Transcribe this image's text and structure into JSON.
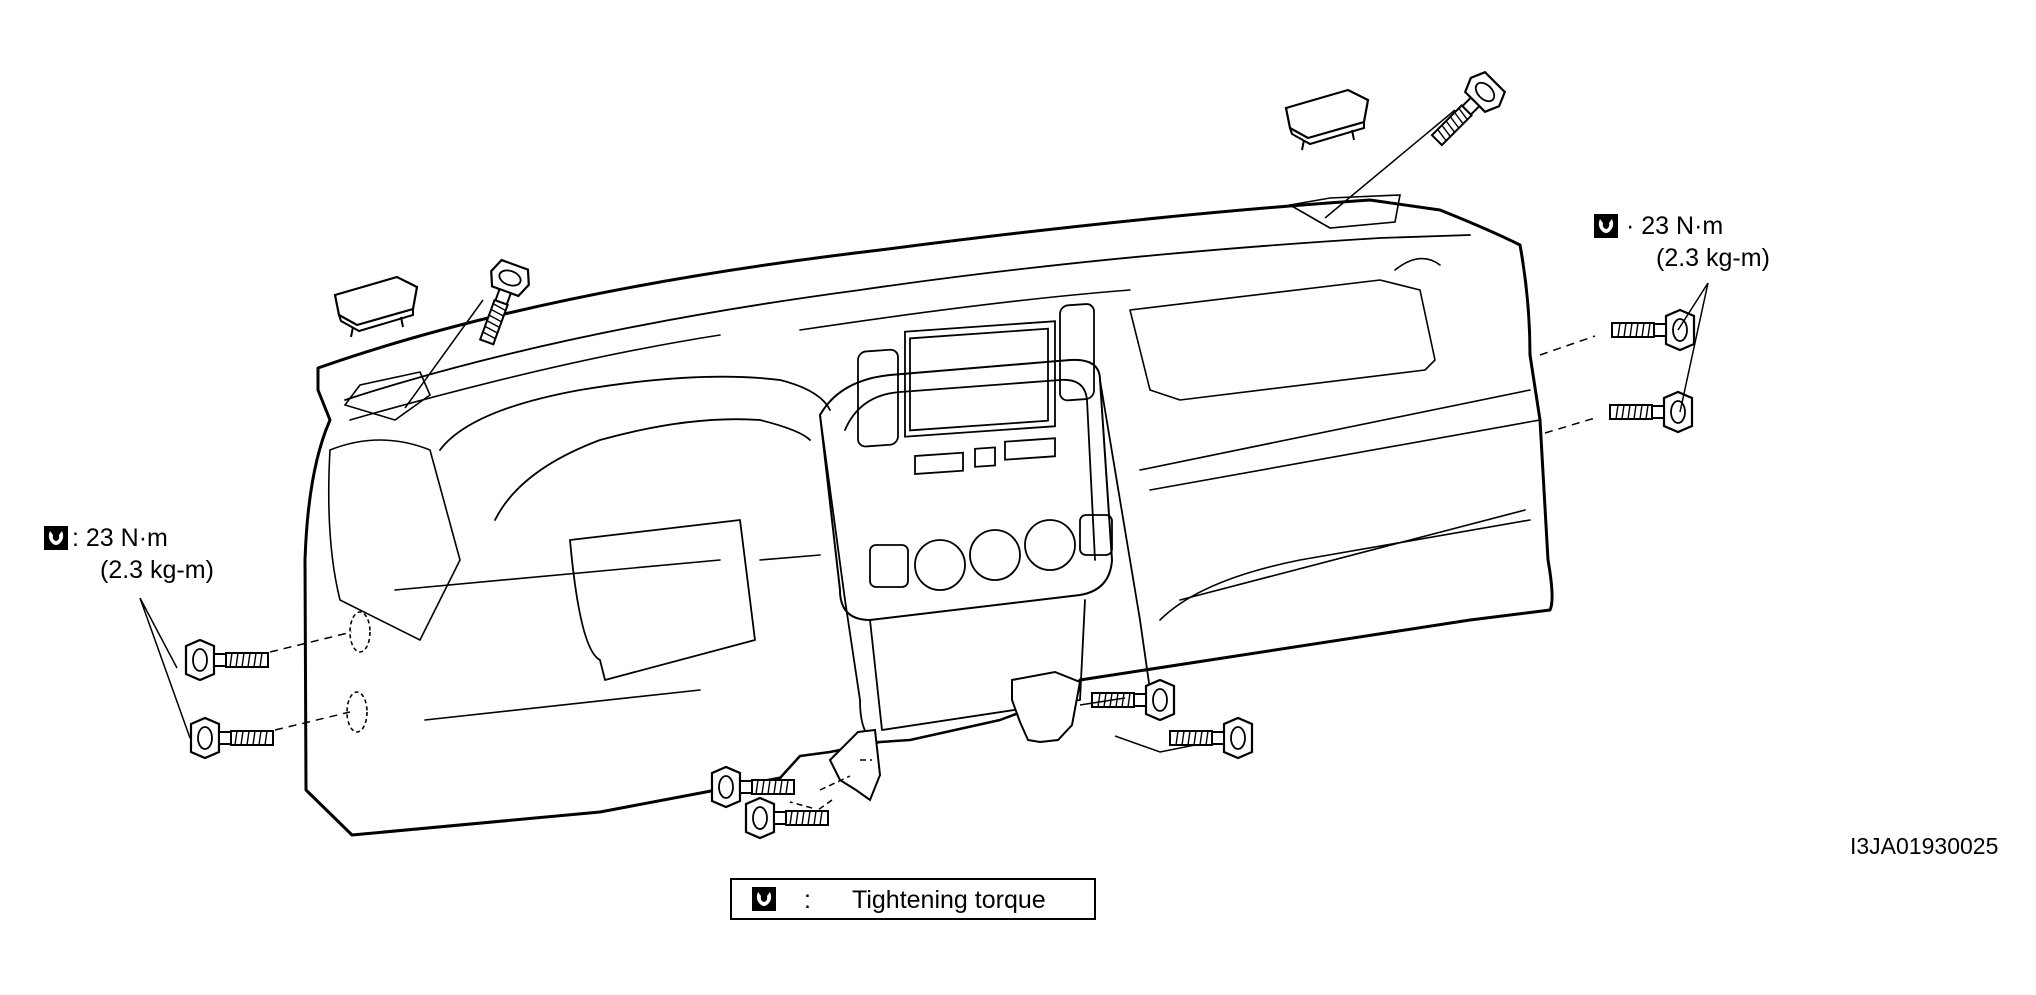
{
  "image_code": "I3JA01930025",
  "torque_left": {
    "value": ": 23 N·m",
    "alt": "(2.3 kg-m)"
  },
  "torque_right": {
    "value": "· 23 N·m",
    "alt": "(2.3 kg-m)"
  },
  "legend": {
    "separator": ":",
    "text": "Tightening torque"
  },
  "icons": {
    "torque": "tightening-torque-icon",
    "bolt": "flange-bolt-icon",
    "cover": "bolt-cover-cap-icon"
  },
  "colors": {
    "line": "#000000",
    "background": "#ffffff"
  }
}
